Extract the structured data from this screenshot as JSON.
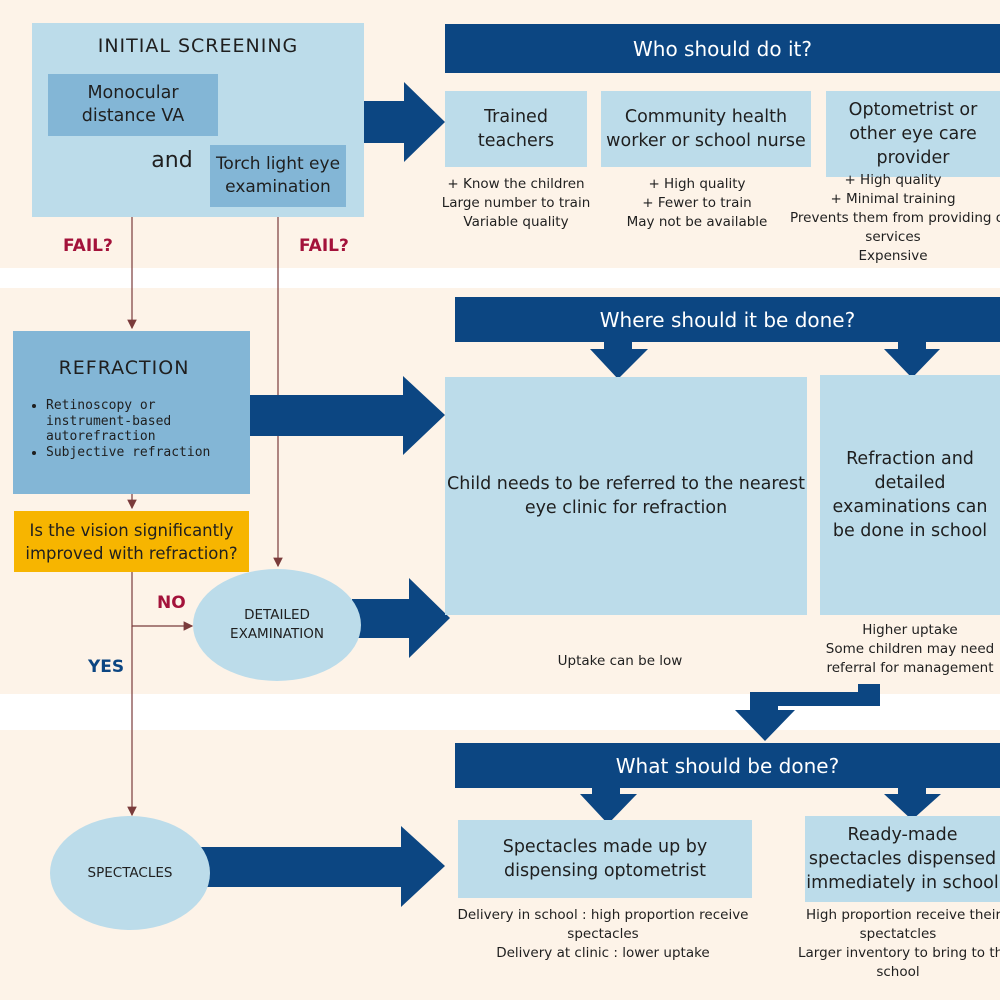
{
  "initial_screening": {
    "title": "INITIAL SCREENING",
    "va_line1": "Monocular",
    "va_line2": "distance VA",
    "and": "and",
    "torch_line1": "Torch light eye",
    "torch_line2": "examination"
  },
  "labels": {
    "fail": "FAIL?",
    "no": "NO",
    "yes": "YES"
  },
  "who": {
    "header": "Who should do it?",
    "teachers": {
      "line1": "Trained",
      "line2": "teachers",
      "notes": [
        "+ Know the children",
        "Large number to train",
        "Variable quality"
      ]
    },
    "chw": {
      "line1": "Community health",
      "line2": "worker or school nurse",
      "notes": [
        "+ High quality",
        "+ Fewer to train",
        "May not be available"
      ]
    },
    "optometrist": {
      "line1": "Optometrist or",
      "line2": "other eye care",
      "line3": "provider",
      "notes": [
        "+ High quality",
        "+ Minimal training",
        "Prevents them from providing o",
        "services",
        "Expensive"
      ]
    }
  },
  "refraction": {
    "title": "REFRACTION",
    "bullets": [
      "Retinoscopy or",
      "instrument-based",
      "autorefraction",
      "Subjective refraction"
    ]
  },
  "question": {
    "line1": "Is the vision significantly",
    "line2": "improved with refraction?"
  },
  "detailed": {
    "line1": "DETAILED",
    "line2": "EXAMINATION"
  },
  "spectacles": "SPECTACLES",
  "where": {
    "header": "Where should it be done?",
    "clinic": {
      "line1": "Child needs to be referred to the nearest",
      "line2": "eye clinic for refraction",
      "notes": [
        "Uptake can be low"
      ]
    },
    "school": {
      "line1": "Refraction and",
      "line2": "detailed",
      "line3": "examinations can",
      "line4": "be done in school",
      "notes": [
        "Higher uptake",
        "Some children may need",
        "referral for management"
      ]
    }
  },
  "what": {
    "header": "What should be done?",
    "dispensing": {
      "line1": "Spectacles made up by",
      "line2": "dispensing optometrist",
      "notes": [
        "Delivery in school : high proportion receive",
        "spectacles",
        "Delivery at clinic : lower uptake"
      ]
    },
    "readymade": {
      "line1": "Ready-made",
      "line2": "spectacles dispensed",
      "line3": "immediately in school",
      "notes": [
        "High proportion receive their",
        "spectatcles",
        "Larger inventory to bring to th",
        "school"
      ]
    }
  },
  "colors": {
    "dark_blue": "#0c4682",
    "light_blue": "#bcdcea",
    "mid_blue": "#83b6d6",
    "amber": "#f7b500",
    "fail_red": "#a3123a",
    "yes_blue": "#0c4682",
    "band": "#fdf3e8"
  }
}
